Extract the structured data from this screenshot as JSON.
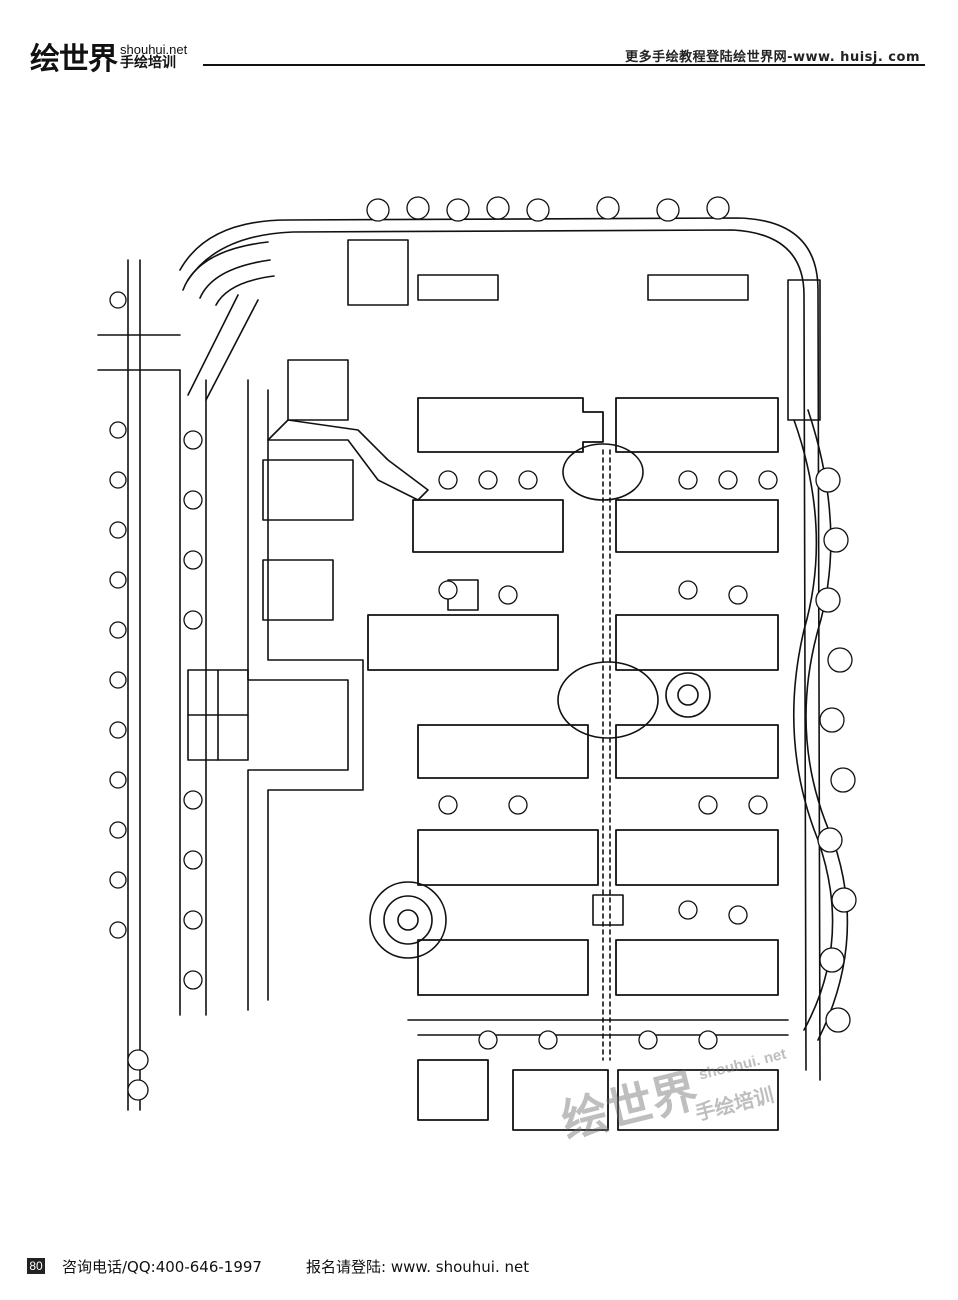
{
  "header": {
    "logo_main": "绘世界",
    "logo_url": "shouhui.net",
    "logo_sub": "手绘培训",
    "tagline": "更多手绘教程登陆绘世界网-www. huisj. com"
  },
  "watermark": {
    "main": "绘世界",
    "url": "shouhui. net",
    "sub": "手绘培训"
  },
  "footer": {
    "page_number": "80",
    "contact": "咨询电话/QQ:400-646-1997",
    "register": "报名请登陆: www. shouhui. net"
  }
}
